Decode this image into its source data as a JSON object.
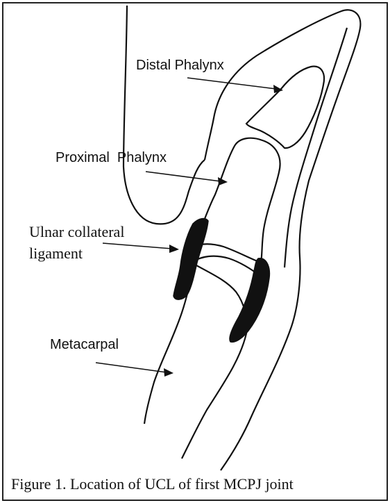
{
  "labels": {
    "distal": "Distal Phalynx",
    "proximal": "Proximal  Phalynx",
    "ucl_line1": "Ulnar collateral",
    "ucl_line2": "ligament",
    "metacarpal": "Metacarpal"
  },
  "caption": "Figure 1. Location of UCL of first MCPJ joint",
  "colors": {
    "outline": "#111111",
    "ligament": "#111111",
    "frame": "#222222",
    "background": "#ffffff"
  }
}
